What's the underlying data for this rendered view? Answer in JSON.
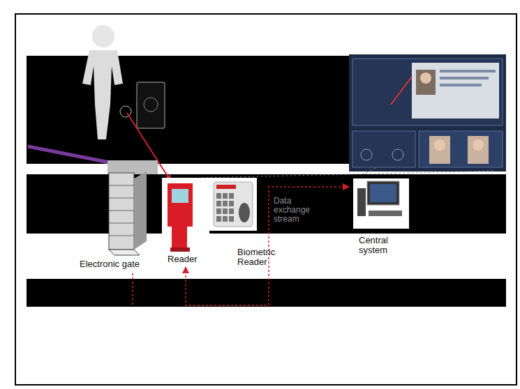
{
  "diagram": {
    "nodes": [
      {
        "text": [
          "Electronic gate"
        ]
      },
      {
        "text": [
          "Reader"
        ]
      },
      {
        "text": [
          "Biometric Reader"
        ]
      },
      {
        "text": [
          "Central system"
        ]
      }
    ],
    "edges": [
      {
        "from": 1,
        "to": 3,
        "label": "Data exchange stream",
        "arrow": "both"
      }
    ]
  }
}
